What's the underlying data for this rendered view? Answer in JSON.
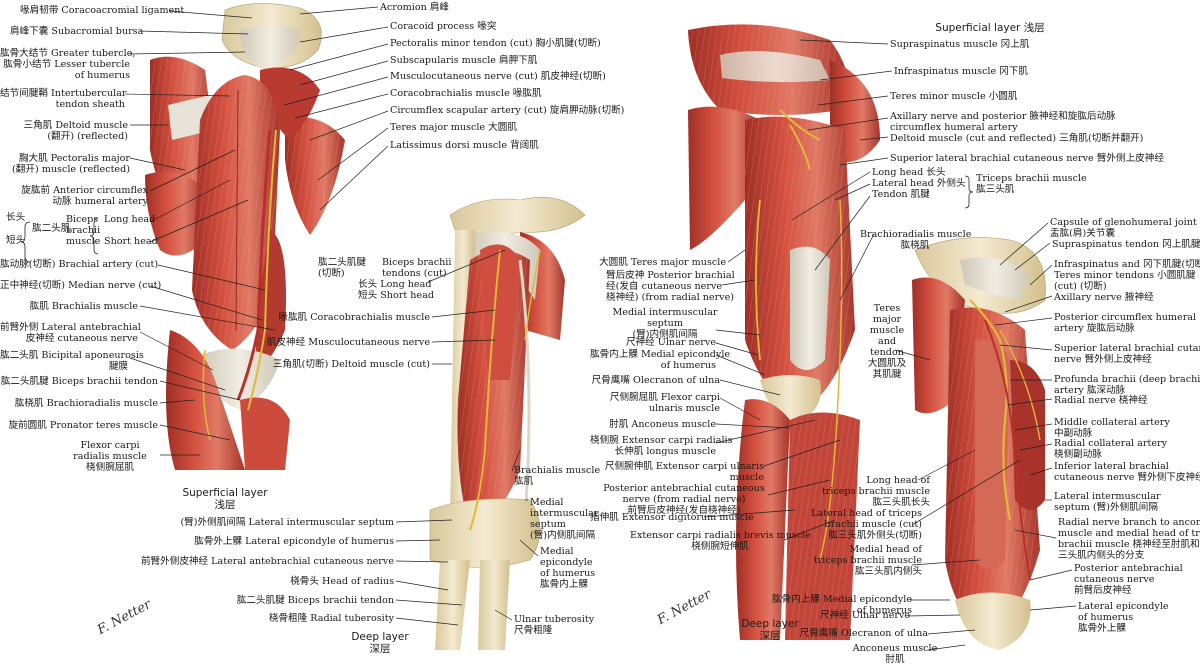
{
  "panels": {
    "left_superficial": {
      "caption": [
        "Superficial layer",
        "浅层"
      ],
      "labels_right": [
        [
          "喙肩韧带 Coracoacromial ligament"
        ],
        [
          "肩峰下囊 Subacromial bursa"
        ],
        [
          "肱骨大结节 Greater tubercle,",
          "肱骨小结节 Lesser tubercle",
          "of humerus"
        ],
        [
          "结节间腱鞘 Intertubercular",
          "tendon sheath"
        ],
        [
          "三角肌 Deltoid muscle",
          "(翻开) (reflected)"
        ],
        [
          "胸大肌 Pectoralis major",
          "(翻开) muscle (reflected)"
        ],
        [
          "旋肱前 Anterior circumflex",
          "动脉 humeral artery"
        ],
        [
          "长头",
          "肱二头肌",
          "短头"
        ],
        [
          "肱动脉(切断) Brachial artery (cut)"
        ],
        [
          "正中神经(切断) Median nerve (cut)"
        ],
        [
          "肱肌 Brachialis muscle"
        ],
        [
          "前臂外侧 Lateral antebrachial",
          "皮神经 cutaneous nerve"
        ],
        [
          "肱二头肌 Bicipital aponeurosis",
          "腱膜"
        ],
        [
          "肱二头肌腱 Biceps brachii tendon"
        ],
        [
          "肱桡肌 Brachioradialis muscle"
        ],
        [
          "旋前圆肌 Pronator teres muscle"
        ],
        [
          "Flexor carpi",
          "radialis muscle",
          "桡侧腕屈肌"
        ]
      ],
      "biceps_heads": [
        "Long head",
        "Short head"
      ],
      "biceps_name": [
        "Biceps",
        "brachii",
        "muscle"
      ],
      "labels_top_right": [
        [
          "Acromion 肩峰"
        ],
        [
          "Coracoid process 喙突"
        ],
        [
          "Pectoralis minor tendon (cut) 胸小肌腱(切断)"
        ],
        [
          "Subscapularis muscle 肩胛下肌"
        ],
        [
          "Musculocutaneous nerve (cut) 肌皮神经(切断)"
        ],
        [
          "Coracobrachialis muscle 喙肱肌"
        ],
        [
          "Circumflex scapular artery (cut) 旋肩胛动脉(切断)"
        ],
        [
          "Teres major muscle 大圆肌"
        ],
        [
          "Latissimus dorsi muscle 背阔肌"
        ]
      ]
    },
    "left_deep": {
      "caption": [
        "Deep layer",
        "深层"
      ],
      "labels_left": [
        [
          "肱二头肌腱",
          "(切断)"
        ],
        [
          "Biceps brachii",
          "tendons (cut)"
        ],
        [
          "长头 Long head"
        ],
        [
          "短头 Short head"
        ],
        [
          "喙肱肌 Coracobrachialis muscle"
        ],
        [
          "肌皮神经 Musculocutaneous nerve"
        ],
        [
          "三角肌(切断) Deltoid muscle (cut)"
        ],
        [
          "(臂)外侧肌间隔 Lateral intermuscular septum"
        ],
        [
          "肱骨外上髁 Lateral epicondyle of humerus"
        ],
        [
          "前臂外侧皮神经 Lateral antebrachial cutaneous nerve"
        ],
        [
          "桡骨头 Head of radius"
        ],
        [
          "肱二头肌腱 Biceps brachii tendon"
        ],
        [
          "桡骨粗隆 Radial tuberosity"
        ]
      ],
      "labels_right": [
        [
          "Brachialis muscle",
          "肱肌"
        ],
        [
          "Medial",
          "intermuscular",
          "septum",
          "(臂)内侧肌间隔"
        ],
        [
          "Medial",
          "epicondyle",
          "of humerus",
          "肱骨内上髁"
        ],
        [
          "Ulnar tuberosity",
          "尺骨粗隆"
        ]
      ]
    },
    "right_superficial": {
      "caption": [
        "Superficial layer 浅层"
      ],
      "labels_right": [
        [
          "Supraspinatus muscle 冈上肌"
        ],
        [
          "Infraspinatus muscle 冈下肌"
        ],
        [
          "Teres minor muscle 小圆肌"
        ],
        [
          "Axillary nerve and posterior 腋神经和旋肱后动脉",
          "circumflex humeral artery"
        ],
        [
          "Deltoid muscle (cut and reflected) 三角肌(切断并翻开)"
        ],
        [
          "Superior lateral brachial cutaneous nerve 臂外侧上皮神经"
        ],
        [
          "Long head 长头",
          "Lateral head 外侧头",
          "Tendon 肌腱"
        ],
        [
          "Triceps brachii muscle",
          "肱三头肌"
        ],
        [
          "Brachioradialis muscle",
          "肱桡肌"
        ]
      ],
      "labels_left": [
        [
          "大圆肌 Teres major muscle"
        ],
        [
          "臂后皮神 Posterior brachial",
          "经(发自 cutaneous nerve",
          "桡神经) (from radial nerve)"
        ],
        [
          "Medial intermuscular",
          "septum",
          "(臂)内侧肌间隔"
        ],
        [
          "尺神经 Ulnar nerve"
        ],
        [
          "肱骨内上髁 Medial epicondyle",
          "of humerus"
        ],
        [
          "尺骨鹰嘴 Olecranon of ulna"
        ],
        [
          "尺侧腕屈肌 Flexor carpi",
          "ulnaris muscle"
        ],
        [
          "肘肌 Anconeus muscle"
        ],
        [
          "桡侧腕 Extensor carpi radialis",
          "长伸肌 longus muscle"
        ],
        [
          "尺侧腕伸肌 Extensor carpi ulnaris",
          "muscle"
        ],
        [
          "Posterior antebrachial cutaneous",
          "nerve (from radial nerve)",
          "前臂后皮神经(发自桡神经)"
        ],
        [
          "指伸肌 Extensor digitorum muscle"
        ],
        [
          "Extensor carpi radialis brevis muscle",
          "桡侧腕短伸肌"
        ]
      ]
    },
    "right_deep": {
      "caption": [
        "Deep layer",
        "深层"
      ],
      "labels_right": [
        [
          "Capsule of glenohumeral joint",
          "盂肱(肩)关节囊"
        ],
        [
          "Supraspinatus tendon 冈上肌腱"
        ],
        [
          "Infraspinatus and 冈下肌腱(切断)",
          "Teres minor tendons 小圆肌腱",
          "(cut) (切断)"
        ],
        [
          "Axillary nerve 腋神经"
        ],
        [
          "Posterior circumflex humeral",
          "artery 旋肱后动脉"
        ],
        [
          "Superior lateral brachial cutaneous",
          "nerve 臂外侧上皮神经"
        ],
        [
          "Profunda brachii (deep brachial)",
          "artery 肱深动脉"
        ],
        [
          "Radial nerve 桡神经"
        ],
        [
          "Middle collateral artery",
          "中副动脉"
        ],
        [
          "Radial collateral artery",
          "桡侧副动脉"
        ],
        [
          "Inferior lateral brachial",
          "cutaneous nerve 臂外侧下皮神经"
        ],
        [
          "Lateral intermuscular",
          "septum (臂)外侧肌间隔"
        ],
        [
          "Radial nerve branch to anconeus",
          "muscle and medial head of triceps",
          "brachii muscle 桡神经至肘肌和肱",
          "三头肌内侧头的分支"
        ],
        [
          "Posterior antebrachial",
          "cutaneous nerve",
          "前臂后皮神经"
        ],
        [
          "Lateral epicondyle",
          "of humerus",
          "肱骨外上髁"
        ]
      ],
      "labels_left": [
        [
          "Teres",
          "major",
          "muscle",
          "and",
          "tendon",
          "大圆肌及",
          "其肌腱"
        ],
        [
          "Long head of",
          "triceps brachii muscle",
          "肱三头肌长头"
        ],
        [
          "Lateral head of triceps",
          "brachii muscle (cut)",
          "肱三头肌外侧头(切断)"
        ],
        [
          "Medial head of",
          "triceps brachii muscle",
          "肱三头肌内侧头"
        ],
        [
          "肱骨内上髁 Medial epicondyle",
          "of humerus"
        ],
        [
          "尺神经 Ulnar nerve"
        ],
        [
          "尺骨鹰嘴 Olecranon of ulna"
        ],
        [
          "Anconeus muscle",
          "肘肌"
        ]
      ]
    }
  },
  "signature": "F. Netter",
  "colors": {
    "muscle": "#c8443a",
    "muscle_light": "#e07a66",
    "muscle_dark": "#8f2a22",
    "tendon": "#e6e1d6",
    "bone": "#efe4c8",
    "nerve": "#e0b83a",
    "vessel": "#b8302a",
    "leader": "#222222"
  }
}
